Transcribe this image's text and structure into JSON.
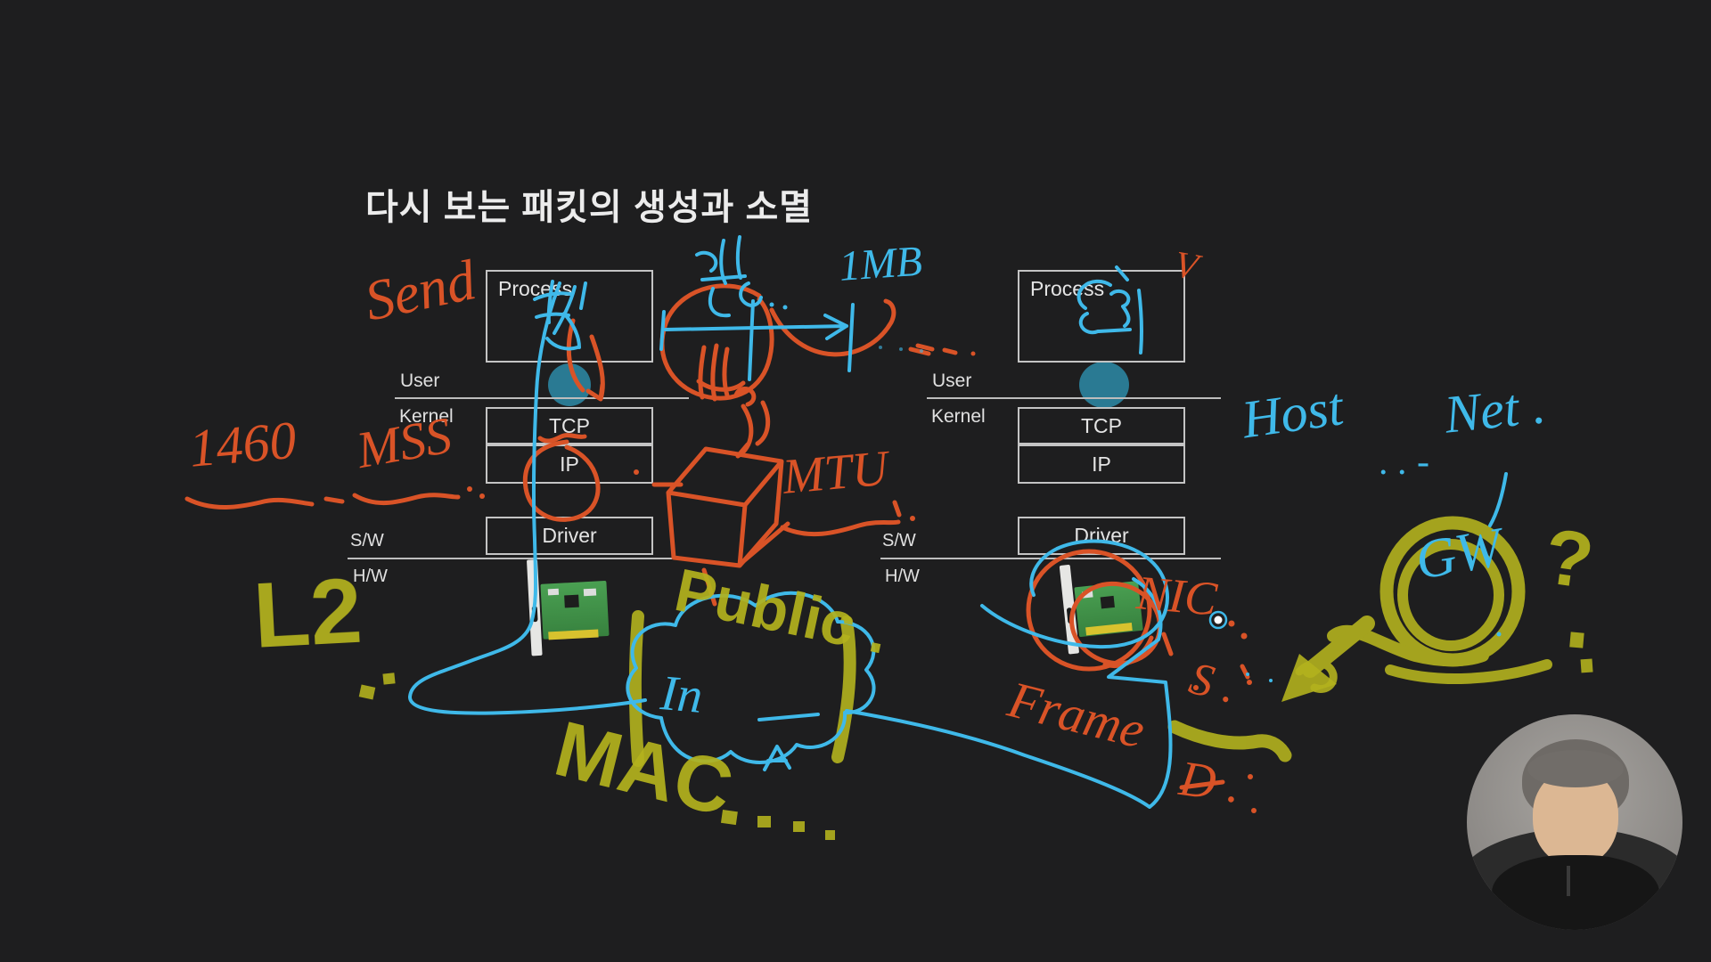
{
  "title": "다시 보는 패킷의 생성과 소멸",
  "stack_left": {
    "process": "Process",
    "user": "User",
    "kernel": "Kernel",
    "tcp": "TCP",
    "ip": "IP",
    "driver": "Driver",
    "sw": "S/W",
    "hw": "H/W"
  },
  "stack_right": {
    "process": "Process",
    "user": "User",
    "kernel": "Kernel",
    "tcp": "TCP",
    "ip": "IP",
    "driver": "Driver",
    "sw": "S/W",
    "hw": "H/W"
  },
  "annotations": {
    "send": "Send",
    "segment_size": "1460",
    "mss": "MSS",
    "mtu": "MTU",
    "buffer_size": "1MB",
    "host": "Host",
    "host_net_dots": ". .  -",
    "net": "Net .",
    "gateway": "GW",
    "question_mark": "?",
    "l2": "L2",
    "public": "Public .",
    "mac": "MAC",
    "internet_cloud": "In",
    "nic": "NIC",
    "frame": "Frame",
    "source": "S .",
    "destination": "D .",
    "check": "V",
    "korean_scribble_left_process": "적",
    "korean_scribble_top": "입출",
    "korean_scribble_right_process": "응답"
  },
  "colors": {
    "background": "#1e1e1f",
    "diagram_stroke": "#c4c4c4",
    "pen_orange": "#d95327",
    "pen_cyan": "#3fb9e9",
    "pen_yellow": "#b3b21e",
    "highlight_teal": "#2b7f9a"
  }
}
